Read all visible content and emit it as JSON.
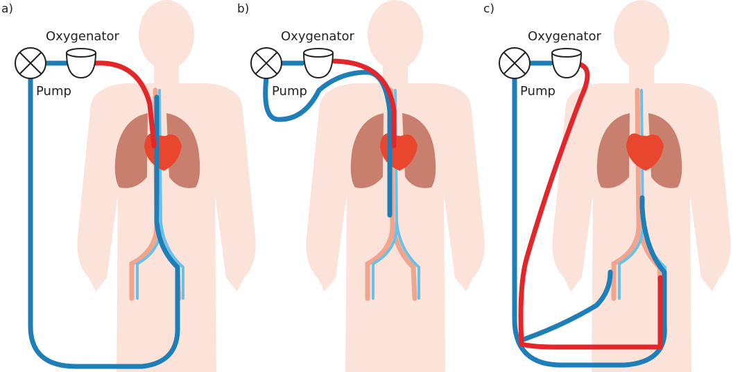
{
  "colors": {
    "background": "#ffffff",
    "body_silhouette": "#fbe3da",
    "lung": "#c97f6e",
    "vessel_artery": "#f0a58e",
    "vessel_vein": "#6ac1e8",
    "heart": "#e8472e",
    "tube_venous": "#1e7fb8",
    "tube_arterial": "#e3262a",
    "device_outline": "#222222"
  },
  "panels": [
    {
      "id": "a",
      "label": "a)",
      "oxygenator_label": "Oxygenator",
      "pump_label": "Pump",
      "pump_icon": "pump-circle-x-icon",
      "oxygenator_icon": "oxygenator-cup-icon"
    },
    {
      "id": "b",
      "label": "b)",
      "oxygenator_label": "Oxygenator",
      "pump_label": "Pump",
      "pump_icon": "pump-circle-x-icon",
      "oxygenator_icon": "oxygenator-cup-icon"
    },
    {
      "id": "c",
      "label": "c)",
      "oxygenator_label": "Oxygenator",
      "pump_label": "Pump",
      "pump_icon": "pump-circle-x-icon",
      "oxygenator_icon": "oxygenator-cup-icon"
    }
  ]
}
